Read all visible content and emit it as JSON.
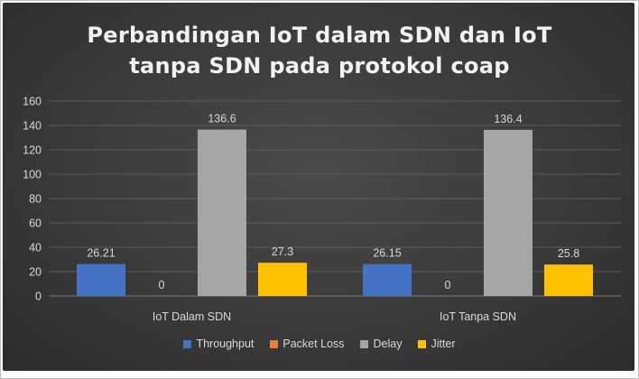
{
  "chart_data": {
    "type": "bar",
    "title_lines": [
      "Perbandingan IoT dalam SDN dan IoT",
      "tanpa SDN pada protokol coap"
    ],
    "categories": [
      "IoT Dalam SDN",
      "IoT Tanpa SDN"
    ],
    "series": [
      {
        "name": "Throughput",
        "color": "#4472c4",
        "values": [
          26.21,
          26.15
        ],
        "labels": [
          "26.21",
          "26.15"
        ]
      },
      {
        "name": "Packet Loss",
        "color": "#ed7d31",
        "values": [
          0,
          0
        ],
        "labels": [
          "0",
          "0"
        ]
      },
      {
        "name": "Delay",
        "color": "#a5a5a5",
        "values": [
          136.6,
          136.4
        ],
        "labels": [
          "136.6",
          "136.4"
        ]
      },
      {
        "name": "Jitter",
        "color": "#ffc000",
        "values": [
          27.3,
          25.8
        ],
        "labels": [
          "27.3",
          "25.8"
        ]
      }
    ],
    "ylim": [
      0,
      160
    ],
    "yticks": [
      "0",
      "20",
      "40",
      "60",
      "80",
      "100",
      "120",
      "140",
      "160"
    ],
    "grid": true,
    "legend_position": "bottom"
  }
}
